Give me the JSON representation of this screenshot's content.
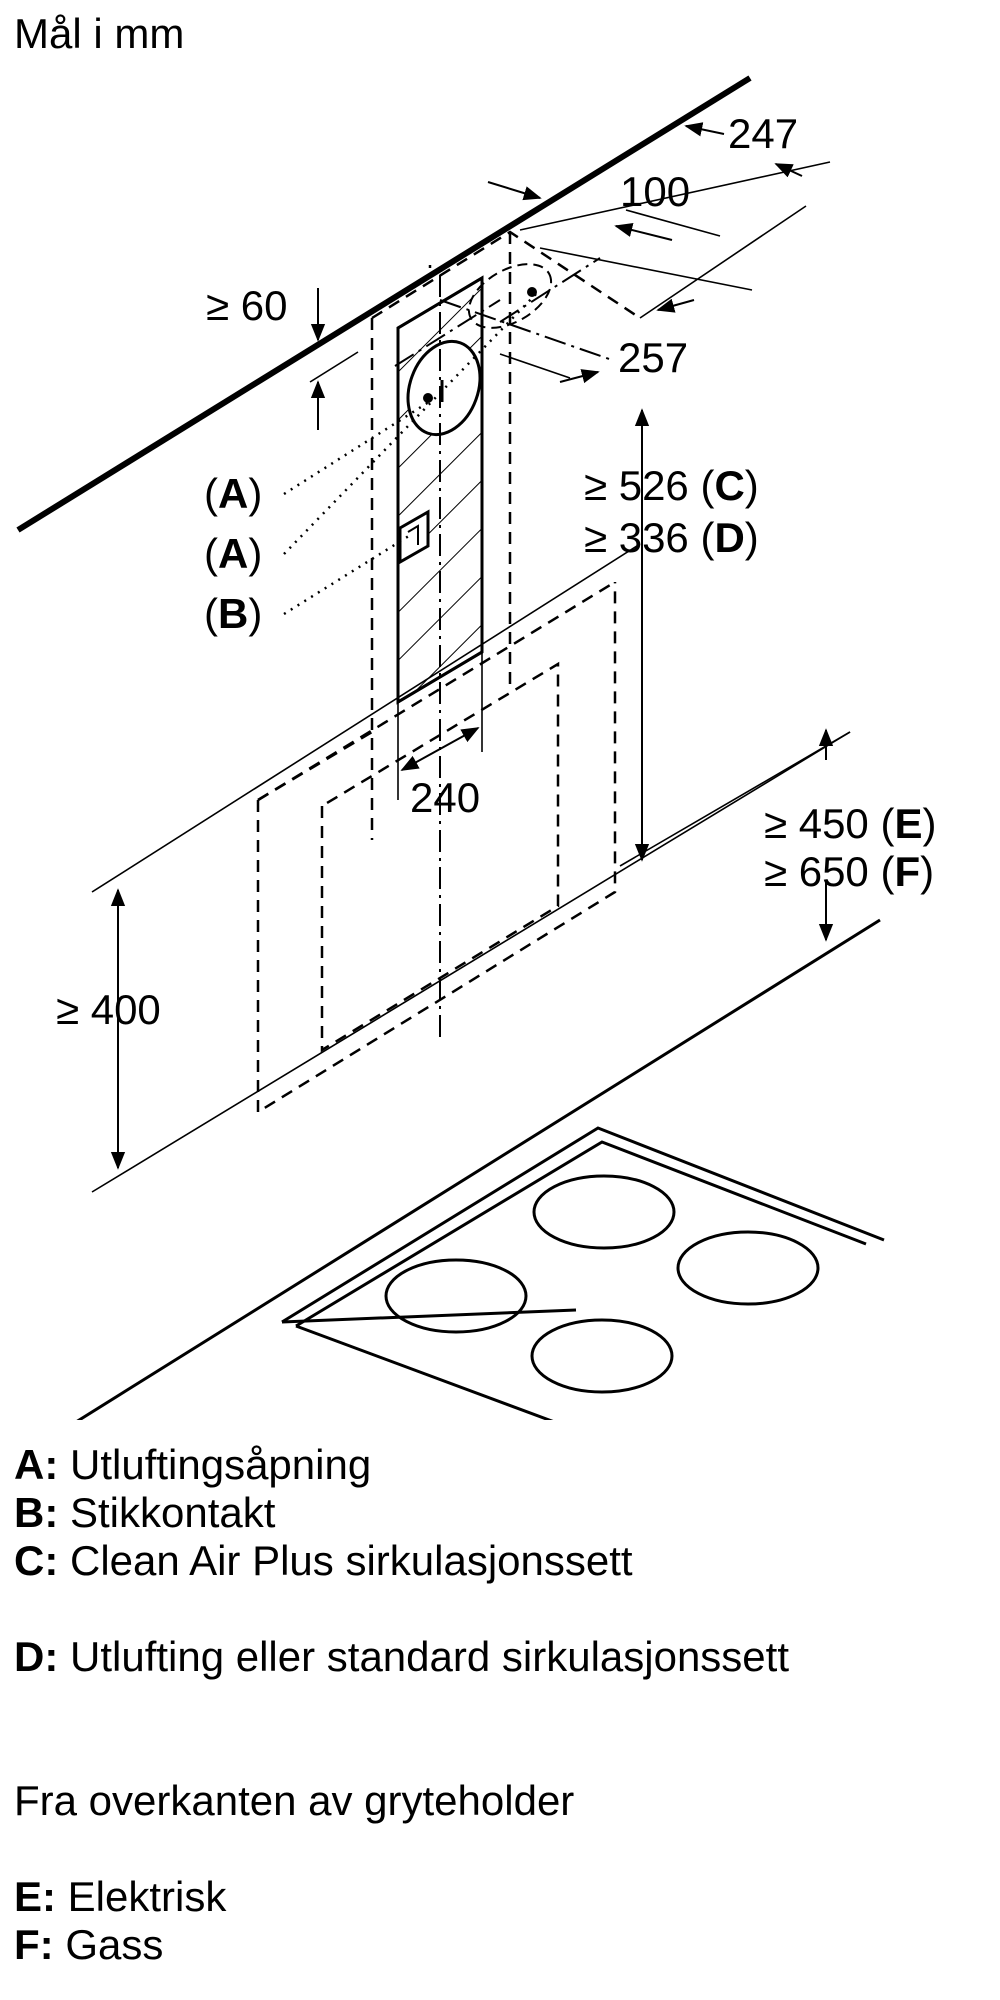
{
  "title": "Mål i mm",
  "dimensions": {
    "d247": "247",
    "d100": "100",
    "d60": "≥ 60",
    "d257": "257",
    "d526": "≥ 526",
    "d336": "≥ 336",
    "d240": "240",
    "d450": "≥ 450",
    "d650": "≥ 650",
    "d400": "≥ 400"
  },
  "callouts": {
    "a1": "A",
    "a2": "A",
    "b": "B",
    "c": "C",
    "d": "D",
    "e": "E",
    "f": "F"
  },
  "legend": [
    {
      "key": "A:",
      "text": "Utluftingsåpning"
    },
    {
      "key": "B:",
      "text": "Stikkontakt"
    },
    {
      "key": "C:",
      "text": "Clean Air Plus sirkulasjonssett"
    },
    {
      "key": "D:",
      "text": "Utlufting eller standard sirkulasjonssett"
    }
  ],
  "note": "Fra overkanten av gryteholder",
  "legend2": [
    {
      "key": "E:",
      "text": "Elektrisk"
    },
    {
      "key": "F:",
      "text": "Gass"
    }
  ]
}
